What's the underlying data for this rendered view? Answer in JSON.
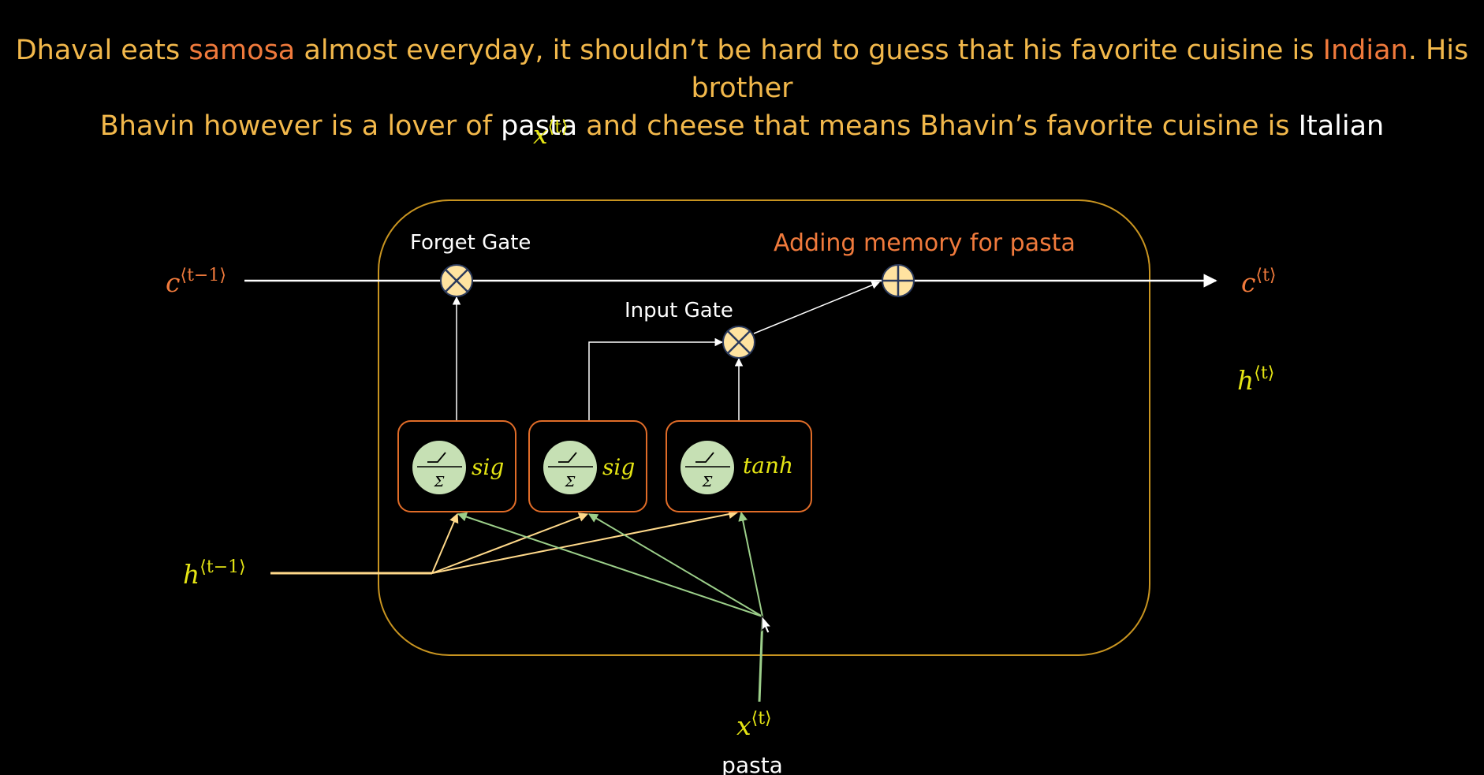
{
  "header": {
    "line1": [
      {
        "text": "Dhaval eats ",
        "style": "normal"
      },
      {
        "text": "samosa",
        "style": "orange"
      },
      {
        "text": " almost everyday, it shouldn’t be hard to guess that his favorite cuisine is ",
        "style": "normal"
      },
      {
        "text": "Indian",
        "style": "orange"
      },
      {
        "text": ". His brother",
        "style": "normal"
      }
    ],
    "line2": [
      {
        "text": "Bhavin however is a lover of ",
        "style": "normal"
      },
      {
        "text": "pasta",
        "style": "white"
      },
      {
        "text": " and cheese that means Bhavin’s favorite cuisine is ",
        "style": "normal"
      },
      {
        "text": "Italian",
        "style": "white"
      }
    ]
  },
  "top_input": {
    "base": "x",
    "sup": "⟨t⟩"
  },
  "labels": {
    "forget_gate": "Forget Gate",
    "input_gate": "Input Gate",
    "adding_memory": "Adding memory for pasta",
    "input_word": "pasta"
  },
  "cell_in": {
    "base": "c",
    "sup": "⟨t−1⟩"
  },
  "cell_out": {
    "base": "c",
    "sup": "⟨t⟩"
  },
  "hidden_in": {
    "base": "h",
    "sup": "⟨t−1⟩"
  },
  "hidden_out": {
    "base": "h",
    "sup": "⟨t⟩"
  },
  "bottom_input": {
    "base": "x",
    "sup": "⟨t⟩"
  },
  "neurons": [
    {
      "activation": "sig",
      "sum_symbol": "Σ"
    },
    {
      "activation": "sig",
      "sum_symbol": "Σ"
    },
    {
      "activation": "tanh",
      "sum_symbol": "Σ"
    }
  ],
  "colors": {
    "text_yellow": "#f2b84b",
    "highlight_orange": "#f07a3c",
    "math_yellow": "#e4e414",
    "cell_border": "#c89420",
    "neuron_border": "#e06c28",
    "neuron_circle": "#c6e0b4",
    "gate_fill": "#ffe3a0",
    "hidden_line": "#ffd98a",
    "input_line": "#9ccf8a"
  }
}
